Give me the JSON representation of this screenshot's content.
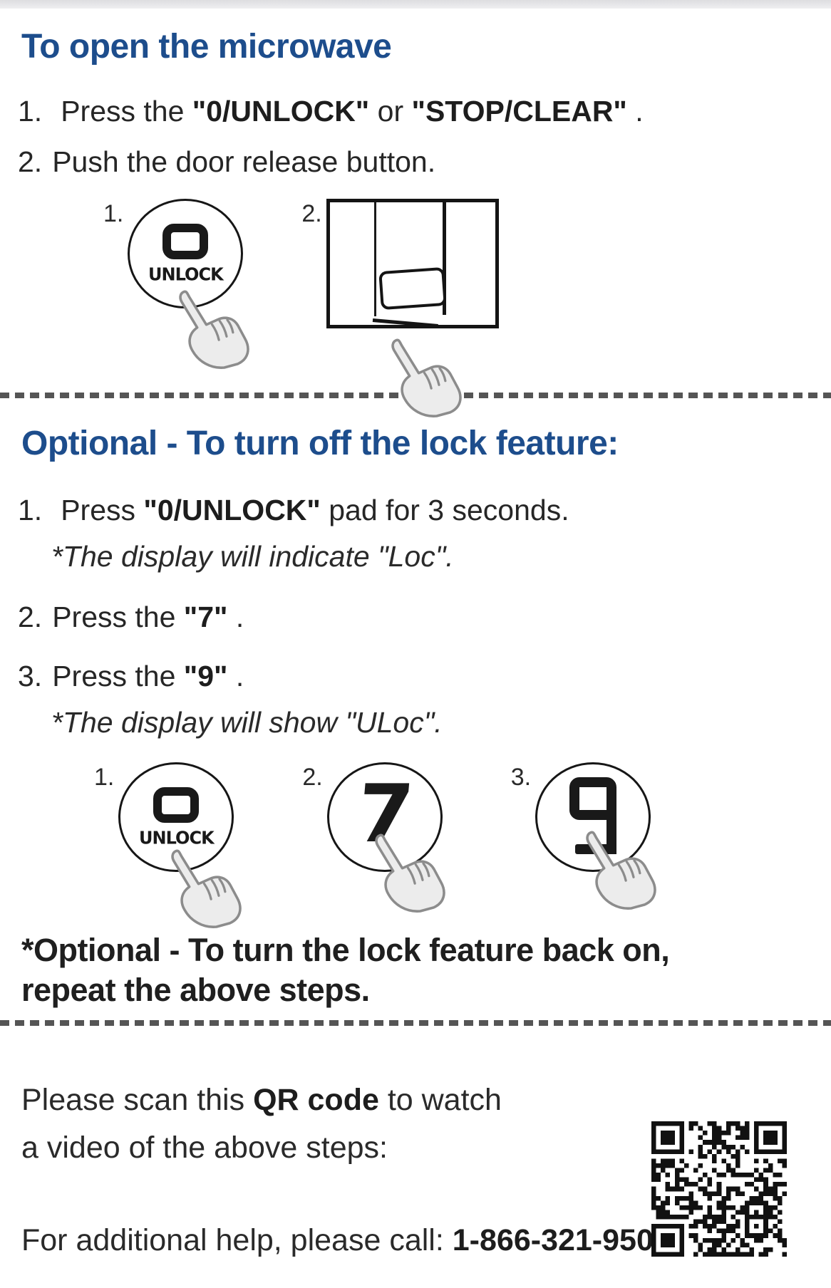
{
  "colors": {
    "heading_blue": "#1d4d8c",
    "body_text": "#262626",
    "dash_gray": "#555555",
    "hand_fill": "#ececec",
    "hand_stroke": "#8c8c8c"
  },
  "section_open": {
    "title": "To open the microwave",
    "step1": {
      "num": "1.",
      "t1": "Press the ",
      "b1": "\"0/UNLOCK\"",
      "t2": " or ",
      "b2": "\"STOP/CLEAR\"",
      "t3": " ."
    },
    "step2": {
      "num": "2.",
      "t1": "Push the door release button."
    },
    "fig_unlock": {
      "label": "1.",
      "button_text": "UNLOCK"
    },
    "fig_door": {
      "label": "2."
    }
  },
  "section_lock": {
    "title": "Optional - To turn off the lock feature:",
    "step1": {
      "num": "1.",
      "t1": "Press ",
      "b1": "\"0/UNLOCK\"",
      "t2": " pad for 3 seconds."
    },
    "note1": "*The display will indicate \"Loc\".",
    "step2": {
      "num": "2.",
      "t1": "Press the ",
      "b1": "\"7\"",
      "t2": " ."
    },
    "step3": {
      "num": "3.",
      "t1": "Press the ",
      "b1": "\"9\"",
      "t2": " ."
    },
    "note2": "*The display will show \"ULoc\".",
    "fig_unlock": {
      "label": "1.",
      "button_text": "UNLOCK"
    },
    "fig_seven": {
      "label": "2.",
      "digit": "7"
    },
    "fig_nine": {
      "label": "3."
    },
    "footnote_line1": "*Optional - To turn the lock feature back on,",
    "footnote_line2": "repeat the above steps."
  },
  "footer": {
    "scan_t1": "Please scan this ",
    "scan_b": "QR code",
    "scan_t2": " to watch",
    "scan_line2": "a video of the above steps:",
    "help_t1": "For additional help, please call: ",
    "help_phone": "1-866-321-9509"
  }
}
